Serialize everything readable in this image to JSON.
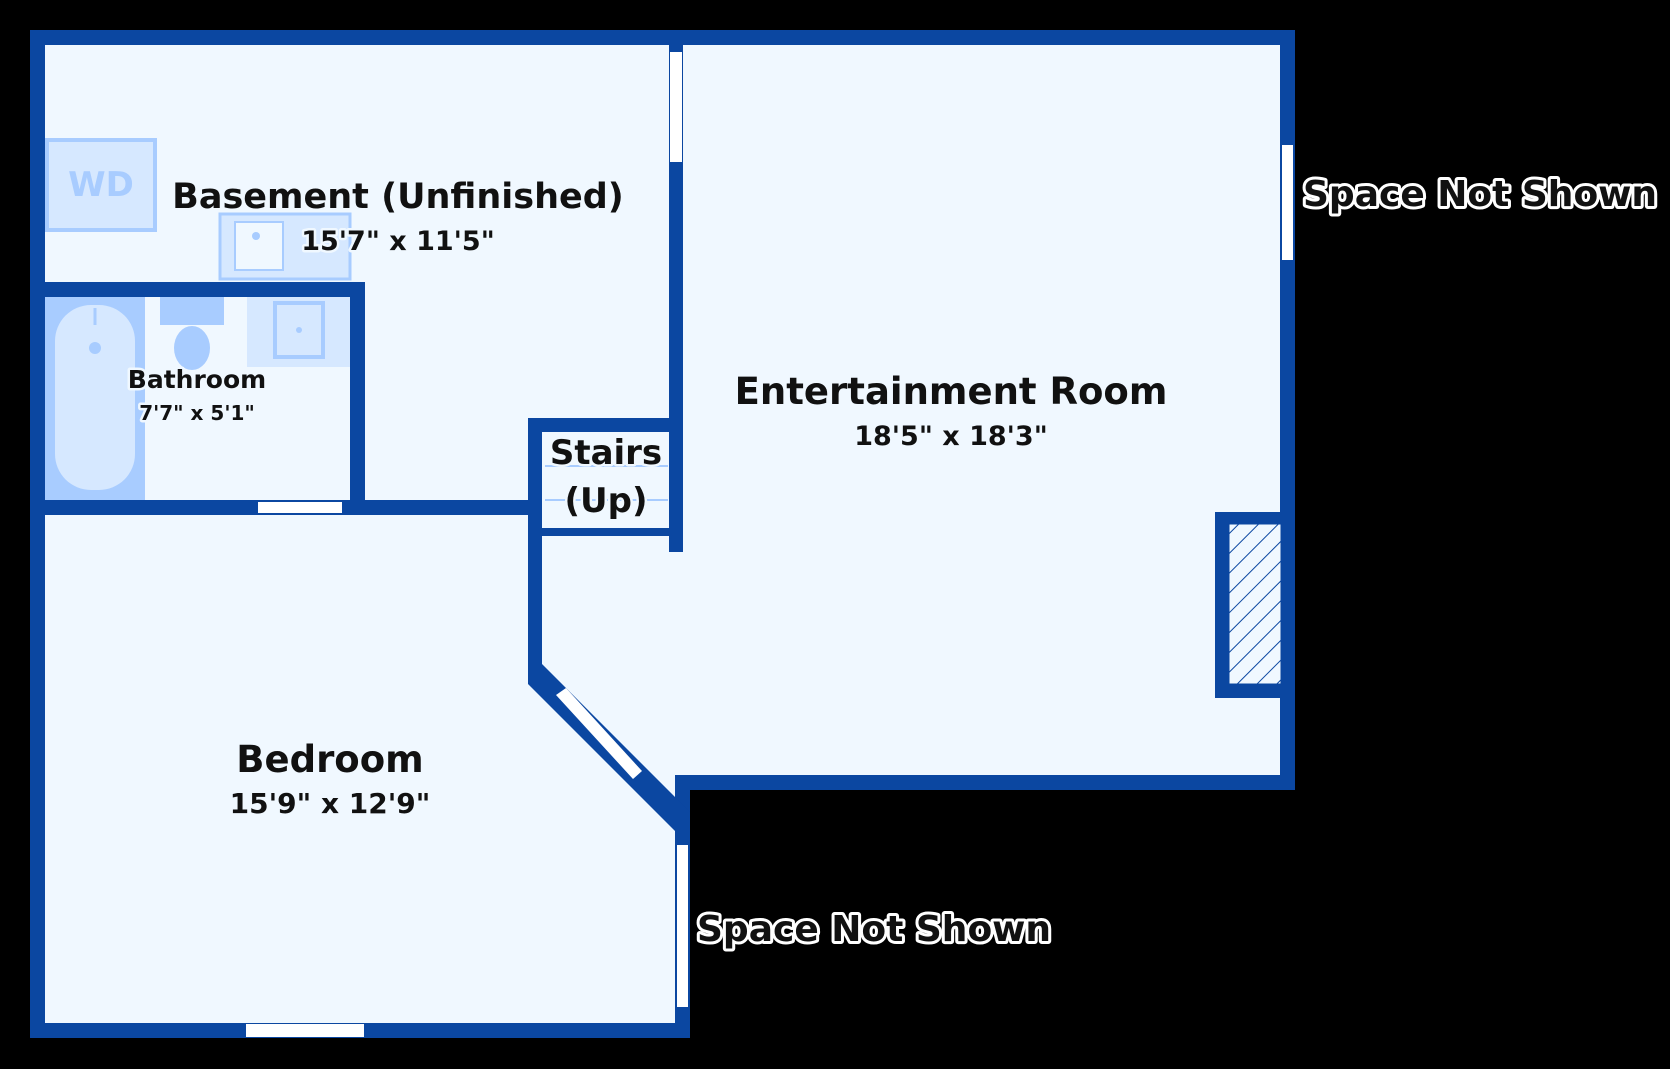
{
  "colors": {
    "wall": "#0b47a1",
    "floor": "#f0f8ff",
    "fixture": "#d6e8ff",
    "fixture_dark": "#a8ccff",
    "background": "#000000"
  },
  "rooms": {
    "basement": {
      "name": "Basement (Unfinished)",
      "dims": "15'7\" x 11'5\""
    },
    "bathroom": {
      "name": "Bathroom",
      "dims": "7'7\" x 5'1\""
    },
    "stairs": {
      "line1": "Stairs",
      "line2": "(Up)"
    },
    "entertainment": {
      "name": "Entertainment Room",
      "dims": "18'5\" x 18'3\""
    },
    "bedroom": {
      "name": "Bedroom",
      "dims": "15'9\" x 12'9\""
    }
  },
  "labels": {
    "space_not_shown_right": "Space Not Shown",
    "space_not_shown_bottom": "Space Not Shown",
    "washer_dryer": "WD"
  },
  "icons": {
    "washer_dryer": "washer-dryer-icon",
    "utility_sink": "utility-sink-icon",
    "bathtub": "bathtub-icon",
    "toilet": "toilet-icon",
    "vanity_sink": "vanity-sink-icon",
    "fireplace": "fireplace-icon"
  }
}
